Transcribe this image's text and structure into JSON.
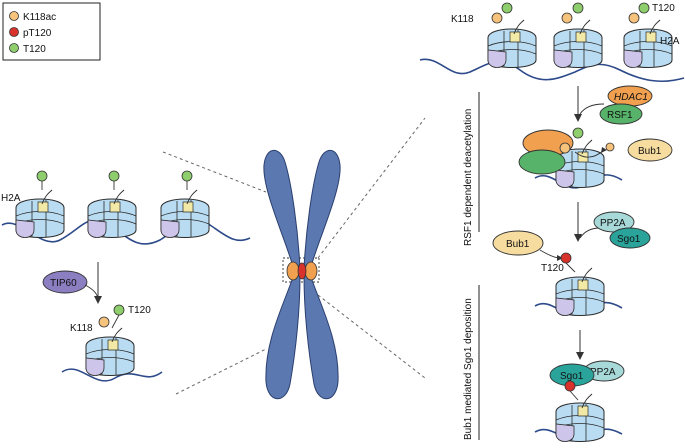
{
  "legend": {
    "items": [
      {
        "label": "K118ac",
        "color": "#f6c37d"
      },
      {
        "label": "pT120",
        "color": "#d9322c"
      },
      {
        "label": "T120",
        "color": "#8fce6c"
      }
    ]
  },
  "labels": {
    "k118_top": "K118",
    "t120_top": "T120",
    "h2a_top": "H2A",
    "h2a_left": "H2A",
    "tip60": "TIP60",
    "t120_left": "T120",
    "k118_left": "K118",
    "hdac1": "HDAC1",
    "rsf1": "RSF1",
    "bub1_right": "Bub1",
    "bub1_left": "Bub1",
    "pp2a_1": "PP2A",
    "sgo1_1": "Sgo1",
    "t120_mid": "T120",
    "sgo1_2": "Sgo1",
    "pp2a_2": "PP2A",
    "rsf1_section": "RSF1 dependent deacetylation",
    "bub1_section": "Bub1 mediated Sgo1 deposition"
  },
  "colors": {
    "chromosome": "#5b78b0",
    "dna": "#2d4a8a",
    "histone_blue": "#a9d3ef",
    "histone_purple": "#c7c0e6",
    "histone_yellow": "#f3e9a6",
    "hdac1": "#f0a04f",
    "rsf1": "#58b36a",
    "bub1": "#f7dca0",
    "pp2a": "#a8d9d9",
    "sgo1": "#2aa39a",
    "tip60": "#8b7fc2"
  }
}
